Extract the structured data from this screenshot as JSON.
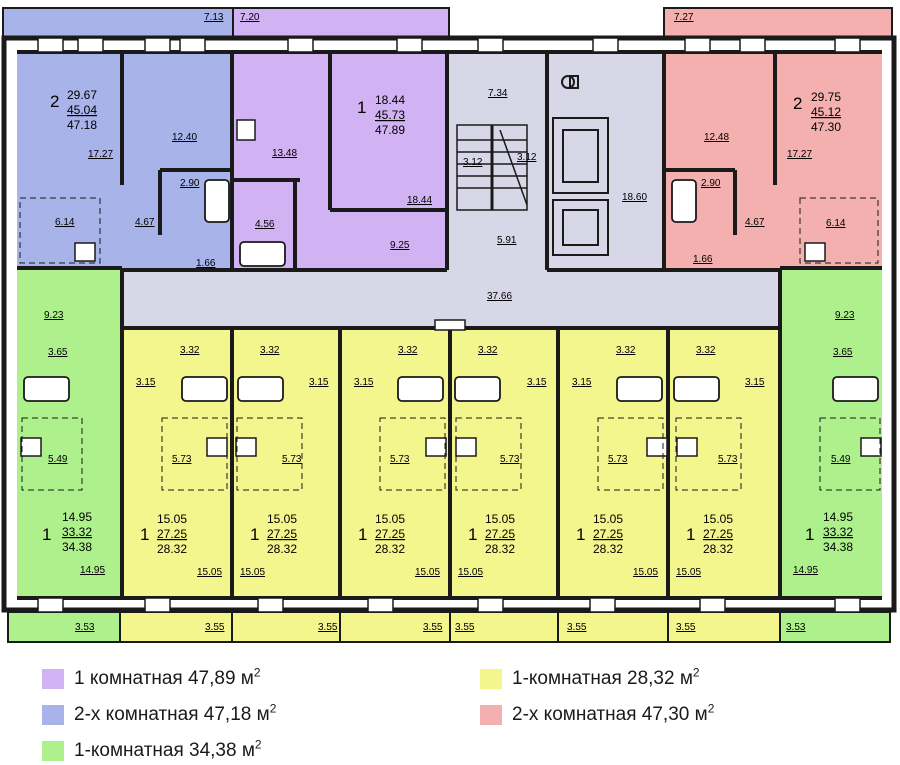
{
  "colors": {
    "purple": "#d1b3f3",
    "blue": "#a8b3ea",
    "pink": "#f3b0ae",
    "green": "#aef08c",
    "yellow": "#f3f58d",
    "corridor": "#d7d7e8",
    "wall": "#1a1a1a"
  },
  "plan": {
    "balcony_labels": {
      "b1": "7.13",
      "b2": "7.20",
      "b3": "7.27",
      "b4": "3.53",
      "b5": "3.55",
      "b6": "3.55",
      "b7": "3.55",
      "b8": "3.55",
      "b9": "3.55",
      "b10": "3.55",
      "b11": "3.53"
    },
    "blue_apartment": {
      "rooms": "2",
      "living": "29.67",
      "total": "45.04",
      "with_balcony": "47.18",
      "room1": "17.27",
      "room2": "12.40",
      "kitchen": "6.14",
      "bath": "2.90",
      "hall": "4.67",
      "wc": "1.66"
    },
    "purple_apartment": {
      "rooms": "1",
      "living": "18.44",
      "total": "45.73",
      "with_balcony": "47.89",
      "room": "18.44",
      "hall_a": "13.48",
      "bath": "4.56",
      "kitchen": "9.25"
    },
    "pink_apartment": {
      "rooms": "2",
      "living": "29.75",
      "total": "45.12",
      "with_balcony": "47.30",
      "room1": "17.27",
      "room2": "12.48",
      "kitchen": "6.14",
      "bath": "2.90",
      "hall": "4.67",
      "wc": "1.66"
    },
    "core": {
      "lobby": "7.34",
      "stair_left": "3.12",
      "stair_right": "3.12",
      "vestibule": "5.91",
      "elevator_hall": "18.60",
      "corridor": "37.66"
    },
    "green_apartment": {
      "rooms": "1",
      "living": "14.95",
      "total": "33.32",
      "with_balcony": "34.38",
      "corridor": "9.23",
      "bath": "3.65",
      "kitchen": "5.49",
      "room": "14.95"
    },
    "yellow_apartment": {
      "rooms": "1",
      "living": "15.05",
      "total": "27.25",
      "with_balcony": "28.32",
      "bath": "3.32",
      "hall": "3.15",
      "kitchen": "5.73",
      "room": "15.05"
    }
  },
  "legend": {
    "purple_label": "1 комнатная 47,89 м",
    "blue_label": "2-х комнатная 47,18 м",
    "green_label": "1-комнатная 34,38 м",
    "yellow_label": "1-комнатная 28,32 м",
    "pink_label": "2-х комнатная 47,30 м",
    "sup": "2"
  }
}
